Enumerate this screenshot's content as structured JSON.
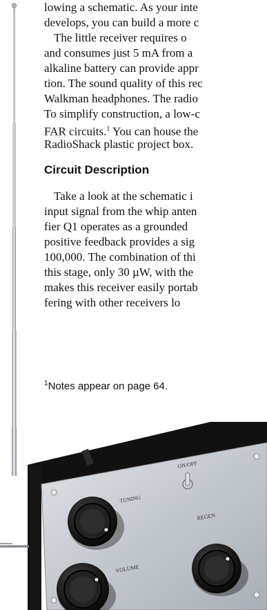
{
  "article": {
    "para1_lines": [
      "lowing a schematic. As your inte",
      "develops, you can build a more c"
    ],
    "para1b_lines": [
      "The little receiver requires o",
      "and consumes just 5 mA from a",
      "alkaline battery can provide appr",
      "tion. The sound quality of this rec",
      "Walkman headphones. The radio",
      "To simplify construction, a low-c",
      "FAR circuits.",
      "You can house the",
      "RadioShack plastic project box."
    ],
    "heading": "Circuit Description",
    "para2_lines": [
      "Take a look at the schematic i",
      "input signal from the whip anten",
      "fier Q1 operates as a grounded",
      "positive feedback provides a sig",
      "100,000. The combination of thi",
      "this stage, only 30 µW, with the",
      "makes this receiver easily portab",
      "fering with other receivers lo"
    ],
    "footnote_mark": "1",
    "footnote_text": "Notes appear on page 64."
  },
  "photo": {
    "panel_labels": {
      "tuning": "TUNING",
      "on_off": "ON/OFF",
      "regen": "REGEN",
      "volume": "VOLUME"
    }
  }
}
